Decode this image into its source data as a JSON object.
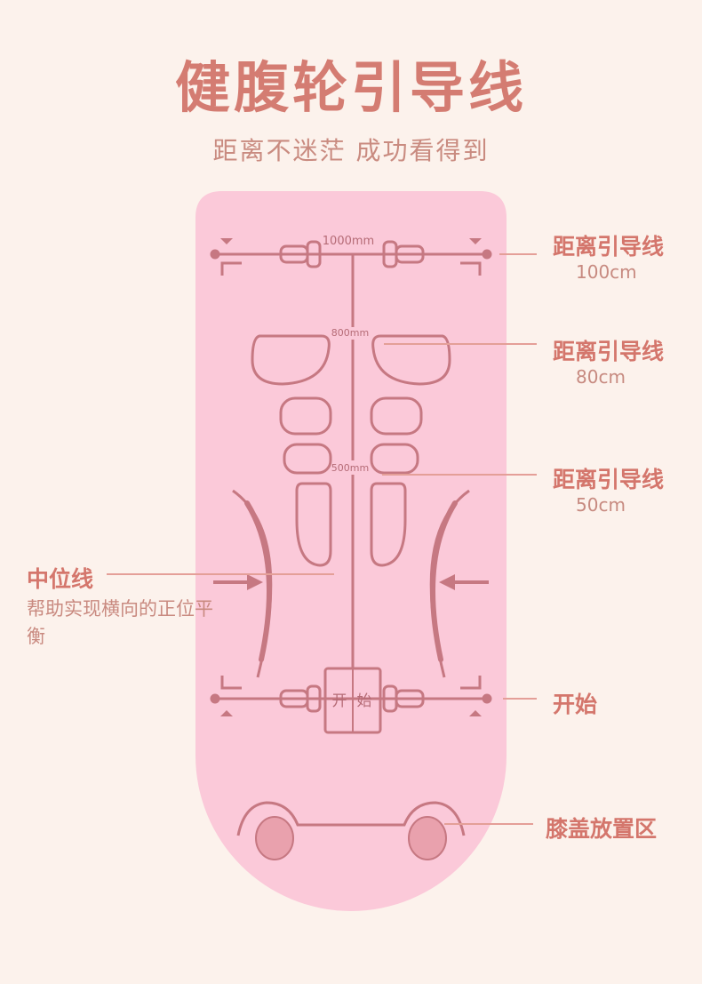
{
  "header": {
    "title": "健腹轮引导线",
    "subtitle": "距离不迷茫 成功看得到"
  },
  "mat": {
    "marks": {
      "m1000": "1000mm",
      "m800": "800mm",
      "m500": "500mm",
      "start_left": "开",
      "start_right": "始"
    }
  },
  "callouts": {
    "guide100": {
      "label": "距离引导线",
      "value": "100cm"
    },
    "guide80": {
      "label": "距离引导线",
      "value": "80cm"
    },
    "guide50": {
      "label": "距离引导线",
      "value": "50cm"
    },
    "midline": {
      "label": "中位线",
      "desc": "帮助实现横向的正位平衡"
    },
    "start": {
      "label": "开始"
    },
    "knee": {
      "label": "膝盖放置区"
    }
  },
  "colors": {
    "background": "#fcf2ec",
    "mat": "#fbc9d9",
    "line": "#c67882",
    "accent": "#d47c72"
  }
}
